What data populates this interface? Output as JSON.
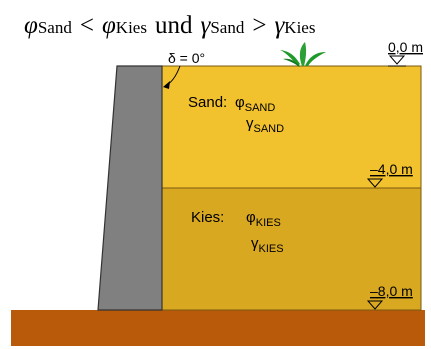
{
  "title": {
    "phi": "φ",
    "sand_sub": "Sand",
    "lt": "<",
    "kies_sub": "Kies",
    "und": "und",
    "gamma": "γ",
    "gt": ">"
  },
  "wall_friction": {
    "label": "δ = 0°"
  },
  "layers": {
    "sand": {
      "label": "Sand:",
      "phi_symbol": "φ",
      "phi_sub": "SAND",
      "gamma_symbol": "γ",
      "gamma_sub": "SAND"
    },
    "kies": {
      "label": "Kies:",
      "phi_symbol": "φ",
      "phi_sub": "KIES",
      "gamma_symbol": "γ",
      "gamma_sub": "KIES"
    }
  },
  "depths": {
    "top": "0,0 m",
    "middle": "–4,0 m",
    "bottom": "–8,0 m"
  },
  "colors": {
    "wall": "#808080",
    "sand": "#f2c12e",
    "kies": "#d9a821",
    "ground": "#b85a0a",
    "plant": "#1f9a2a"
  }
}
